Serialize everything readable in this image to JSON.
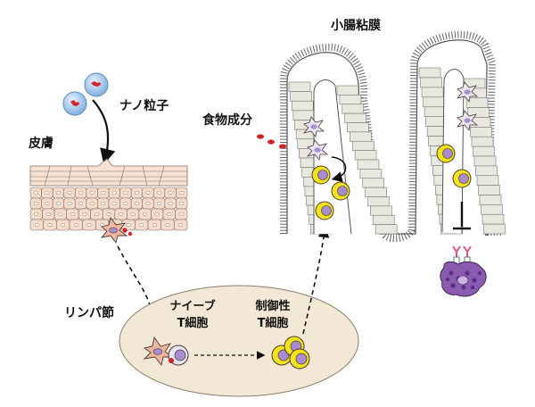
{
  "labels": {
    "nanoparticle": "ナノ粒子",
    "skin": "皮膚",
    "food_component": "食物成分",
    "intestinal_mucosa": "小腸粘膜",
    "lymph_node": "リンパ節",
    "naive_t_line1": "ナイーブ",
    "naive_t_line2": "T細胞",
    "treg_line1": "制御性",
    "treg_line2": "T細胞"
  },
  "colors": {
    "skin_cell_fill": "#f4dccb",
    "villus_cell_fill": "#e8e8de",
    "lymph_node_fill": "#f3e8d6",
    "treg_yellow": "#f2e418",
    "cell_nucleus_purple": "#a98ccf",
    "mast_cell_purple": "#8a5bb0",
    "antigen_red": "#d6202a",
    "nanoparticle_blue": "#9cc4ea",
    "ige_pink": "#e0508a"
  },
  "icons": {
    "dendritic_cell": "dendritic-cell-icon",
    "treg": "regulatory-t-cell-icon",
    "mast_cell": "mast-cell-icon",
    "inhibit": "inhibition-bar-icon"
  }
}
